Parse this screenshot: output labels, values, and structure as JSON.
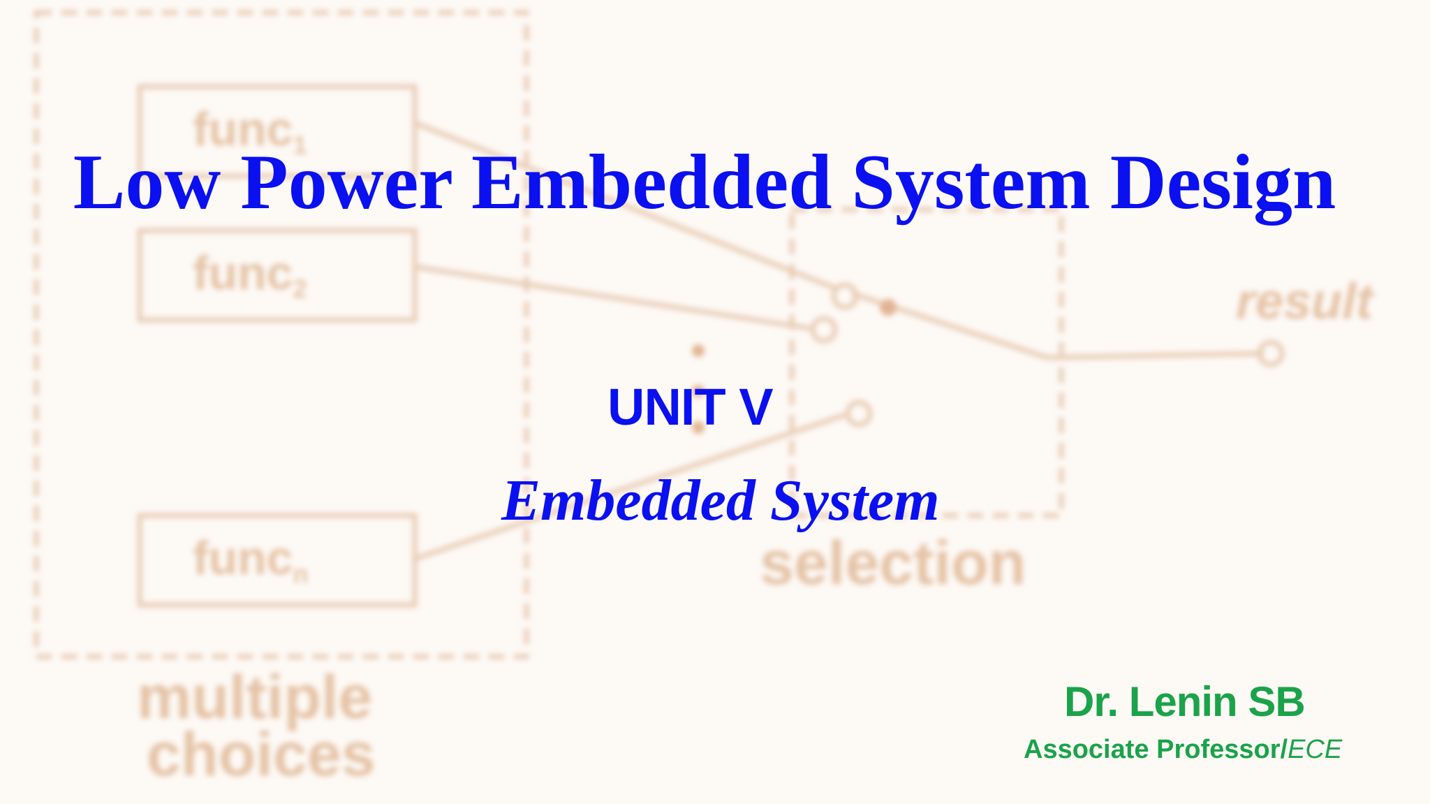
{
  "slide": {
    "title": "Low Power Embedded System Design",
    "unit": "UNIT V",
    "subject": "Embedded System",
    "author": "Dr. Lenin SB",
    "role": "Associate  Professor/",
    "department": "ECE"
  },
  "background_diagram": {
    "choices_label_line1": "multiple",
    "choices_label_line2": "choices",
    "selection_label": "selection",
    "result_label": "result",
    "func1_label": "func",
    "func1_sub": "1",
    "func2_label": "func",
    "func2_sub": "2",
    "funcn_label": "func",
    "funcn_sub": "n"
  },
  "colors": {
    "title": "#0a10f0",
    "author": "#1aa34a",
    "diagram": "#e5c3a6",
    "background": "#fdf9f5"
  }
}
